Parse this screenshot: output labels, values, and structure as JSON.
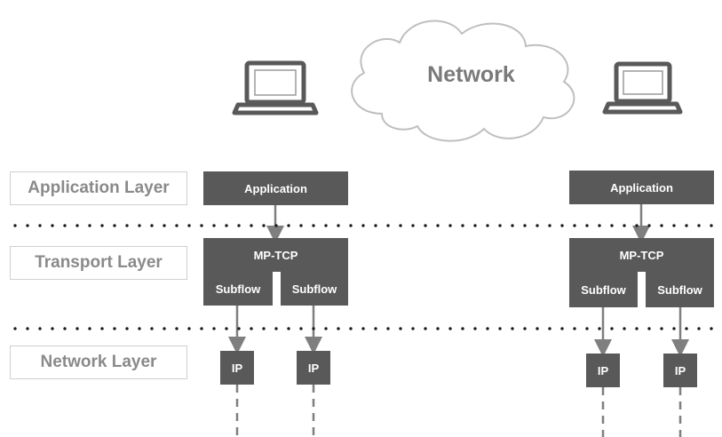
{
  "cloud": {
    "label": "Network"
  },
  "layers": {
    "application": "Application Layer",
    "transport": "Transport Layer",
    "network": "Network Layer"
  },
  "left_host": {
    "application": "Application",
    "mptcp": "MP-TCP",
    "subflow_1": "Subflow",
    "subflow_2": "Subflow",
    "ip_1": "IP",
    "ip_2": "IP"
  },
  "right_host": {
    "application": "Application",
    "mptcp": "MP-TCP",
    "subflow_1": "Subflow",
    "subflow_2": "Subflow",
    "ip_1": "IP",
    "ip_2": "IP"
  },
  "icons": [
    "laptop-icon",
    "cloud-icon"
  ],
  "colors": {
    "box_fill": "#595959",
    "label_border": "#cfcfcf",
    "label_text": "#8a8a8a"
  }
}
